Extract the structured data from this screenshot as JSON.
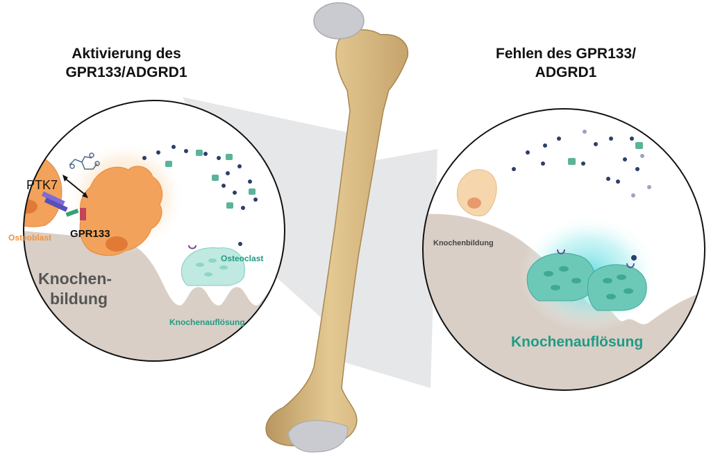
{
  "left_panel": {
    "title_line1": "Aktivierung des",
    "title_line2": "GPR133/ADGRD1",
    "labels": {
      "ptk7": "PTK7",
      "gpr133": "GPR133",
      "osteoblast": "Osteoblast",
      "osteoclast": "Osteoclast",
      "formation_line1": "Knochen-",
      "formation_line2": "bildung",
      "resorption": "Knochenauflösung"
    }
  },
  "right_panel": {
    "title_line1": "Fehlen des GPR133/",
    "title_line2": "ADGRD1",
    "labels": {
      "formation": "Knochenbildung",
      "resorption": "Knochenauflösung"
    }
  },
  "colors": {
    "bone": "#dcc08a",
    "cartilage": "#c9cbd0",
    "bone_matrix": "#d8cfc6",
    "osteoblast": "#f2a25a",
    "osteoclast": "#6cc9b8",
    "resorption_text": "#1f9b85",
    "osteoblast_text": "#f0913a",
    "dots": "#2c3e6b"
  }
}
